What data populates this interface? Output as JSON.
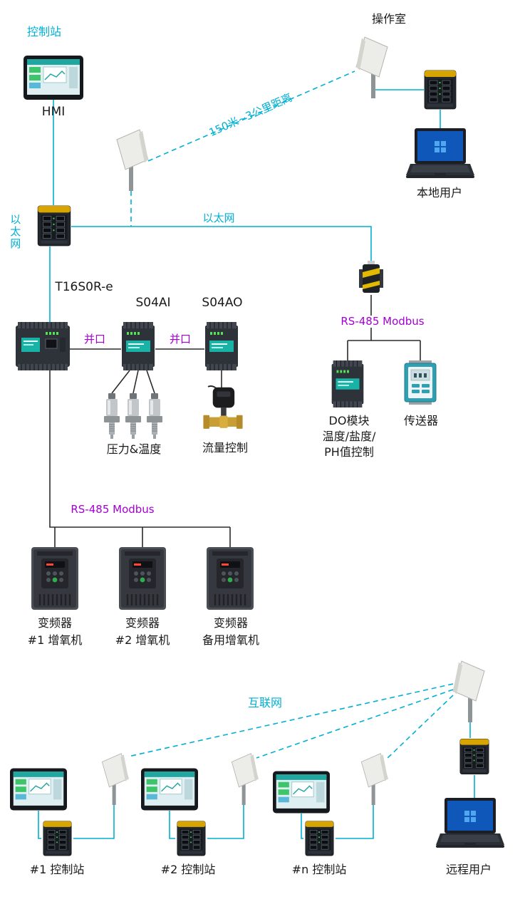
{
  "colors": {
    "accent_cyan": "#00b0d4",
    "accent_purple": "#a400d3",
    "wire_dark": "#2b2b2b",
    "switch_yellow": "#d8a400",
    "module_teal": "#19b2a6",
    "valve_brass": "#c99f35",
    "windows_blue": "#0f57b8"
  },
  "labels": {
    "control_station": "控制站",
    "hmi": "HMI",
    "operation_room": "操作室",
    "local_user": "本地用户",
    "wireless_distance": "150米~3公里距离",
    "ethernet_left": "以太网",
    "ethernet_top": "以太网",
    "plc_model": "T16S0R-e",
    "module_ai": "S04AI",
    "module_ao": "S04AO",
    "parallel_port_1": "并口",
    "parallel_port_2": "并口",
    "rs485_sensors": "RS-485 Modbus",
    "rs485_vfd": "RS-485 Modbus",
    "pressure_temperature": "压力&温度",
    "flow_control": "流量控制",
    "do_module": [
      "DO模块",
      "温度/盐度/",
      "PH值控制"
    ],
    "transmitter": "传送器",
    "vfd1": [
      "变频器",
      "#1 增氧机"
    ],
    "vfd2": [
      "变频器",
      "#2 增氧机"
    ],
    "vfd3": [
      "变频器",
      "备用增氧机"
    ],
    "internet": "互联网",
    "station_1": "#1 控制站",
    "station_2": "#2 控制站",
    "station_n": "#n 控制站",
    "remote_user": "远程用户"
  }
}
